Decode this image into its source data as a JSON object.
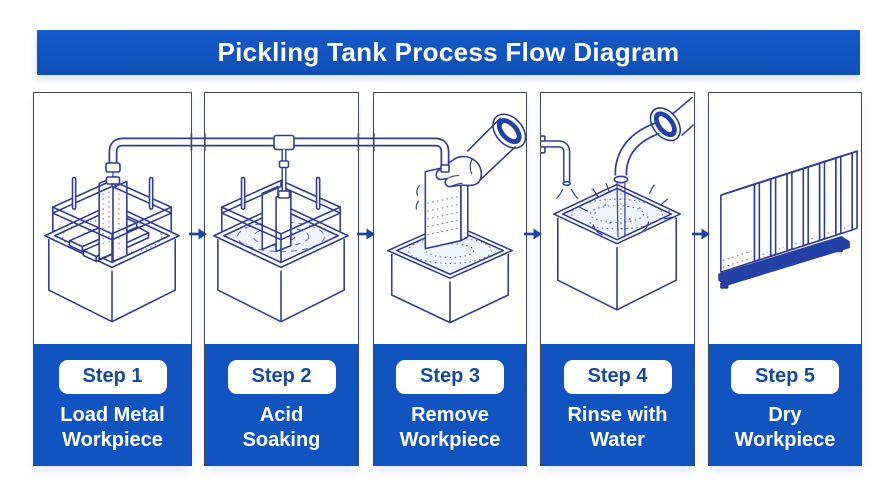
{
  "header": {
    "title": "Pickling Tank Process Flow Diagram"
  },
  "steps": [
    {
      "badge": "Step 1",
      "label_line1": "Load Metal",
      "label_line2": "Workpiece"
    },
    {
      "badge": "Step 2",
      "label_line1": "Acid",
      "label_line2": "Soaking"
    },
    {
      "badge": "Step 3",
      "label_line1": "Remove",
      "label_line2": "Workpiece"
    },
    {
      "badge": "Step 4",
      "label_line1": "Rinse with",
      "label_line2": "Water"
    },
    {
      "badge": "Step 5",
      "label_line1": "Dry",
      "label_line2": "Workpiece"
    }
  ],
  "colors": {
    "primary_blue": "#1254bf",
    "badge_text_blue": "#16489e",
    "arrow_blue": "#1d43ab",
    "line_navy": "#2e3c96",
    "panel_border": "#43464d",
    "background": "#ffffff"
  }
}
